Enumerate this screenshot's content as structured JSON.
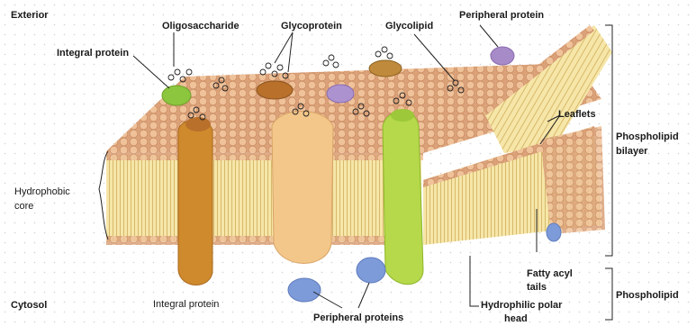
{
  "labels": {
    "exterior": "Exterior",
    "cytosol": "Cytosol",
    "oligosaccharide": "Oligosaccharide",
    "glycoprotein": "Glycoprotein",
    "glycolipid": "Glycolipid",
    "peripheral_protein": "Peripheral protein",
    "integral_protein_top": "Integral protein",
    "integral_protein_bottom": "Integral protein",
    "peripheral_proteins": "Peripheral proteins",
    "leaflets": "Leaflets",
    "phospholipid_bilayer_line1": "Phospholipid",
    "phospholipid_bilayer_line2": "bilayer",
    "hydrophobic_core_line1": "Hydrophobic",
    "hydrophobic_core_line2": "core",
    "fatty_acyl_line1": "Fatty acyl",
    "fatty_acyl_line2": "tails",
    "hydrophilic_line1": "Hydrophilic polar",
    "hydrophilic_line2": "head",
    "phospholipid": "Phospholipid"
  },
  "colors": {
    "head_fill": "#e9b98e",
    "head_edge": "#c98d5f",
    "tail_fill": "#f5e4a2",
    "tail_line": "#cfb160",
    "integral_orange": "#d28a2a",
    "integral_peach": "#f2c589",
    "integral_green": "#a8d23c",
    "glycoprotein_brown": "#b9702a",
    "peripheral_purple": "#a98ac9",
    "peripheral_blue": "#7f9bd8",
    "leader_line": "#222222"
  }
}
